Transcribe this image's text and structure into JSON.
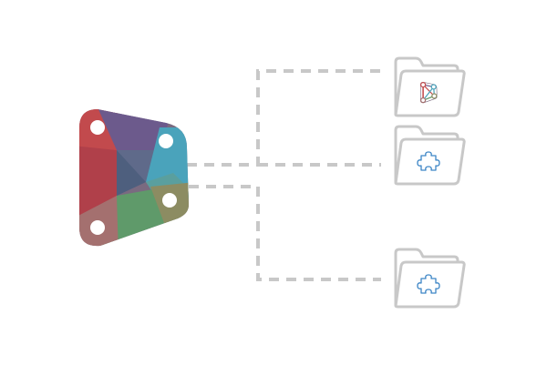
{
  "diagram": {
    "colors": {
      "connector": "#c8c8c8",
      "folder_outline": "#c8c8c8",
      "logo_red": "#c84b4f",
      "logo_blue": "#4aa6c8",
      "logo_olive": "#8f8a60",
      "logo_purple": "#6f5a88",
      "logo_green": "#5e9a6a",
      "logo_mauve": "#a67370",
      "puzzle_blue": "#3d86c6"
    },
    "source": {
      "icon": "dynamo-logo-icon"
    },
    "targets": [
      {
        "icon": "dynamo-logo-icon",
        "kind": "folder"
      },
      {
        "icon": "puzzle-icon",
        "kind": "folder"
      },
      {
        "icon": "puzzle-icon",
        "kind": "folder"
      }
    ]
  }
}
